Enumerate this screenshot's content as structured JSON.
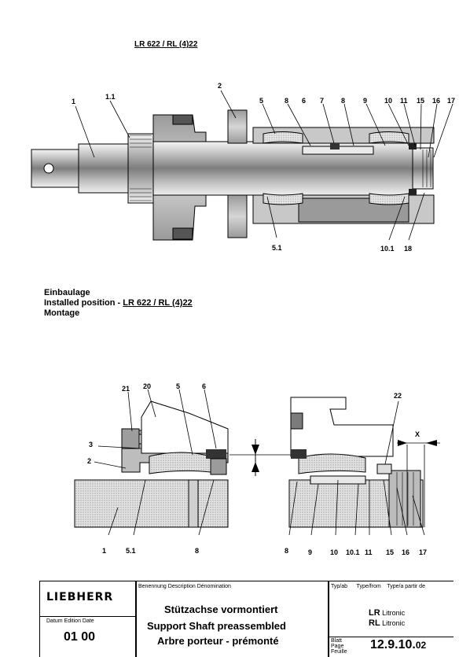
{
  "top_title": "LR 622 / RL (4)22",
  "top_labels": {
    "l1": "1",
    "l1_1": "1.1",
    "l2": "2",
    "l5": "5",
    "l8a": "8",
    "l6": "6",
    "l7": "7",
    "l8b": "8",
    "l9": "9",
    "l10": "10",
    "l11": "11",
    "l15": "15",
    "l16": "16",
    "l17": "17",
    "l5_1": "5.1",
    "l10_1": "10.1",
    "l18": "18"
  },
  "installed": {
    "line1": "Einbaulage",
    "line2_prefix": "Installed position - ",
    "line2_model": "LR 622 / RL (4)22",
    "line3": "Montage"
  },
  "bottom_labels": {
    "l21": "21",
    "l20": "20",
    "l5": "5",
    "l6": "6",
    "l22": "22",
    "lX": "X",
    "l3": "3",
    "l2": "2",
    "l1": "1",
    "l5_1": "5.1",
    "l8a": "8",
    "l8b": "8",
    "l9": "9",
    "l10": "10",
    "l10_1": "10.1",
    "l11": "11",
    "l15": "15",
    "l16": "16",
    "l17": "17"
  },
  "title_block": {
    "brand": "LIEBHERR",
    "benennung_caption": "Benennung  Description  Dénomination",
    "name_de": "Stützachse vormontiert",
    "name_en": "Support Shaft preassembled",
    "name_fr": "Arbre porteur - prémonté",
    "type_caption": "Typ/ab      Type/from    Type/a partir de",
    "type_lr_code": "LR",
    "type_lr_text": " Litronic",
    "type_rl_code": "RL",
    "type_rl_text": " Litronic",
    "datum_caption": "Datum  Edition  Date",
    "edition": "01  00",
    "blatt_caption_1": "Blatt",
    "blatt_caption_2": "Page",
    "blatt_caption_3": "Feuille",
    "page_number": "12.9.10.",
    "page_suffix": "02"
  }
}
